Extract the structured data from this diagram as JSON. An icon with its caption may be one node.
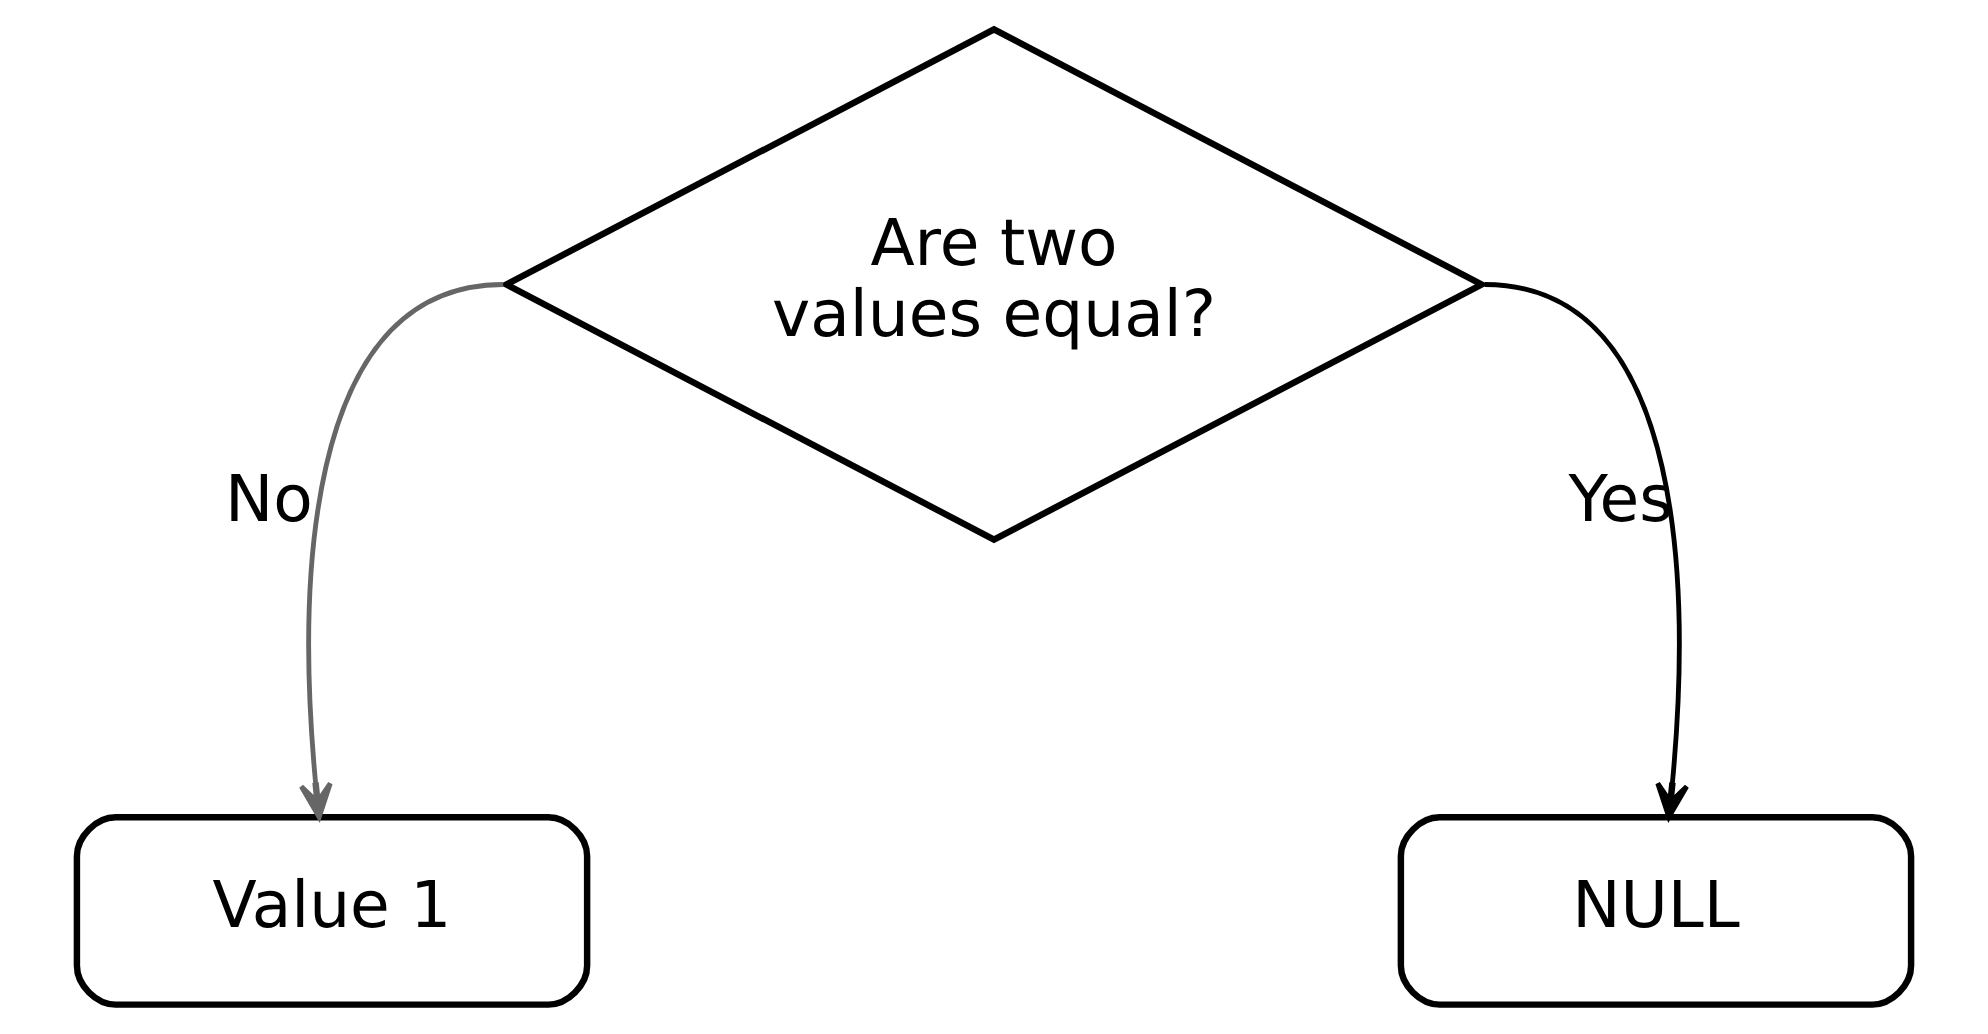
{
  "diagram": {
    "nodes": [
      {
        "text": [
          "Are two values equal?"
        ]
      },
      {
        "text": [
          "Value 1"
        ]
      },
      {
        "text": [
          "NULL"
        ]
      }
    ],
    "edges": [
      {
        "from": 0,
        "to": 1,
        "arrow": "to",
        "label": "No",
        "color": "#666666"
      },
      {
        "from": 0,
        "to": 2,
        "arrow": "to",
        "label": "Yes",
        "color": "#000000"
      }
    ]
  }
}
